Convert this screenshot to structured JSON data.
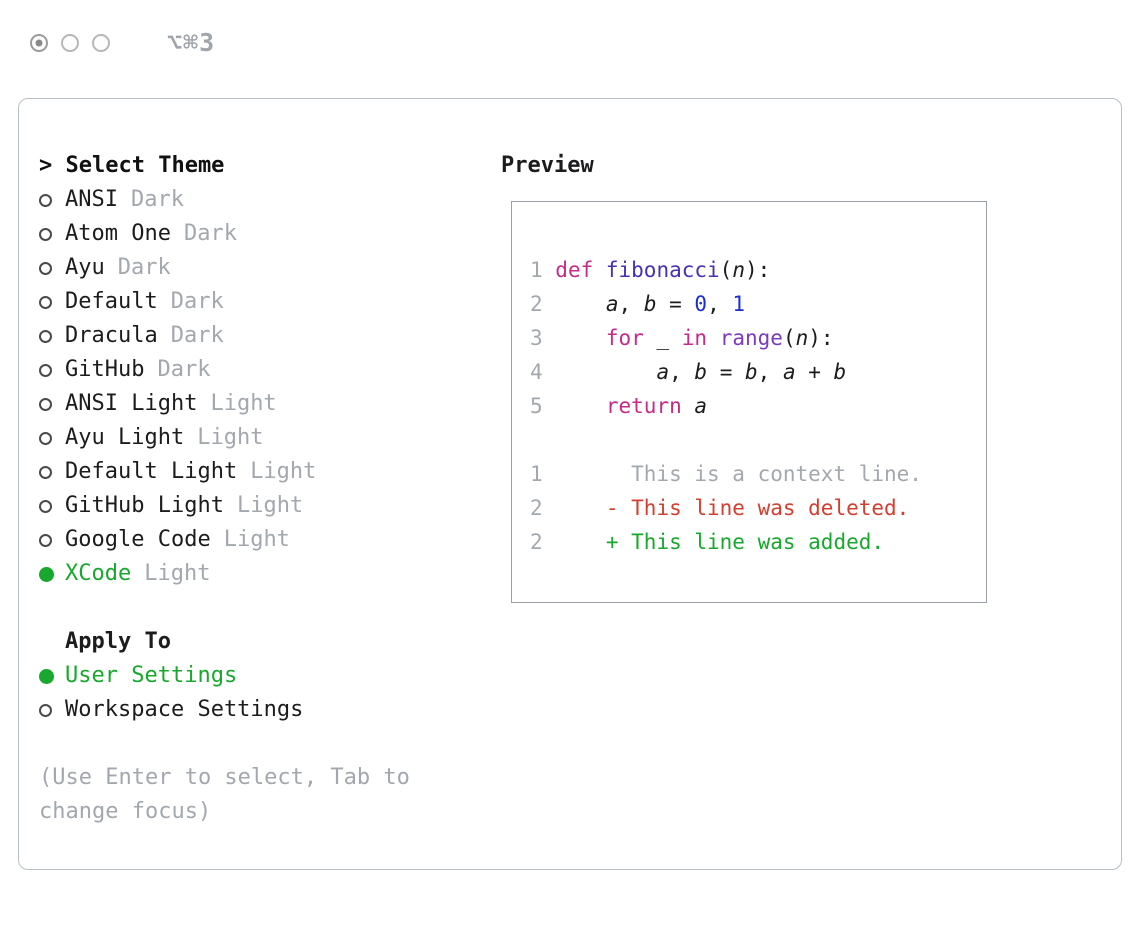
{
  "titlebar": {
    "shortcut": "⌥⌘3"
  },
  "theme_selector": {
    "title": "> Select Theme",
    "items": [
      {
        "name": "ANSI",
        "variant": "Dark",
        "selected": false
      },
      {
        "name": "Atom One",
        "variant": "Dark",
        "selected": false
      },
      {
        "name": "Ayu",
        "variant": "Dark",
        "selected": false
      },
      {
        "name": "Default",
        "variant": "Dark",
        "selected": false
      },
      {
        "name": "Dracula",
        "variant": "Dark",
        "selected": false
      },
      {
        "name": "GitHub",
        "variant": "Dark",
        "selected": false
      },
      {
        "name": "ANSI Light",
        "variant": "Light",
        "selected": false
      },
      {
        "name": "Ayu Light",
        "variant": "Light",
        "selected": false
      },
      {
        "name": "Default Light",
        "variant": "Light",
        "selected": false
      },
      {
        "name": "GitHub Light",
        "variant": "Light",
        "selected": false
      },
      {
        "name": "Google Code",
        "variant": "Light",
        "selected": false
      },
      {
        "name": "XCode",
        "variant": "Light",
        "selected": true
      }
    ]
  },
  "apply_to": {
    "title": "Apply To",
    "options": [
      {
        "label": "User Settings",
        "selected": true
      },
      {
        "label": "Workspace Settings",
        "selected": false
      }
    ]
  },
  "help_text": "(Use Enter to select, Tab to change focus)",
  "preview": {
    "title": "Preview",
    "lines": [
      [
        [
          "1 ",
          "ln"
        ],
        [
          "def ",
          "kw"
        ],
        [
          "fibonacci",
          "fn"
        ],
        [
          "(",
          "pl"
        ],
        [
          "n",
          "var"
        ],
        [
          "):",
          "pl"
        ]
      ],
      [
        [
          "2 ",
          "ln"
        ],
        [
          "    ",
          "pl"
        ],
        [
          "a",
          "var"
        ],
        [
          ", ",
          "pl"
        ],
        [
          "b",
          "var"
        ],
        [
          " = ",
          "pl"
        ],
        [
          "0",
          "num"
        ],
        [
          ", ",
          "pl"
        ],
        [
          "1",
          "num"
        ]
      ],
      [
        [
          "3 ",
          "ln"
        ],
        [
          "    ",
          "pl"
        ],
        [
          "for",
          "kw"
        ],
        [
          " ",
          "pl"
        ],
        [
          "_",
          "var"
        ],
        [
          " ",
          "pl"
        ],
        [
          "in",
          "kw"
        ],
        [
          " ",
          "pl"
        ],
        [
          "range",
          "rg"
        ],
        [
          "(",
          "pl"
        ],
        [
          "n",
          "var"
        ],
        [
          "):",
          "pl"
        ]
      ],
      [
        [
          "4 ",
          "ln"
        ],
        [
          "        ",
          "pl"
        ],
        [
          "a",
          "var"
        ],
        [
          ", ",
          "pl"
        ],
        [
          "b",
          "var"
        ],
        [
          " = ",
          "pl"
        ],
        [
          "b",
          "var"
        ],
        [
          ", ",
          "pl"
        ],
        [
          "a",
          "var"
        ],
        [
          " + ",
          "pl"
        ],
        [
          "b",
          "var"
        ]
      ],
      [
        [
          "5 ",
          "ln"
        ],
        [
          "    ",
          "pl"
        ],
        [
          "return",
          "kw"
        ],
        [
          " ",
          "pl"
        ],
        [
          "a",
          "var"
        ]
      ],
      [],
      [
        [
          "1 ",
          "ln"
        ],
        [
          "      ",
          "pl"
        ],
        [
          "This is a context line.",
          "ctx"
        ]
      ],
      [
        [
          "2 ",
          "ln"
        ],
        [
          "    ",
          "pl"
        ],
        [
          "- This line was deleted.",
          "del"
        ]
      ],
      [
        [
          "2 ",
          "ln"
        ],
        [
          "    ",
          "pl"
        ],
        [
          "+ This line was added.",
          "add"
        ]
      ]
    ]
  },
  "colors": {
    "green": "#19a82e",
    "red": "#d23f31",
    "keyword": "#c52b8a",
    "function": "#4433b0",
    "call": "#7a3bbf",
    "number": "#1c2dd6",
    "gray": "#a3a8ae",
    "text": "#1c1c1e",
    "border": "#b9c0c7"
  }
}
